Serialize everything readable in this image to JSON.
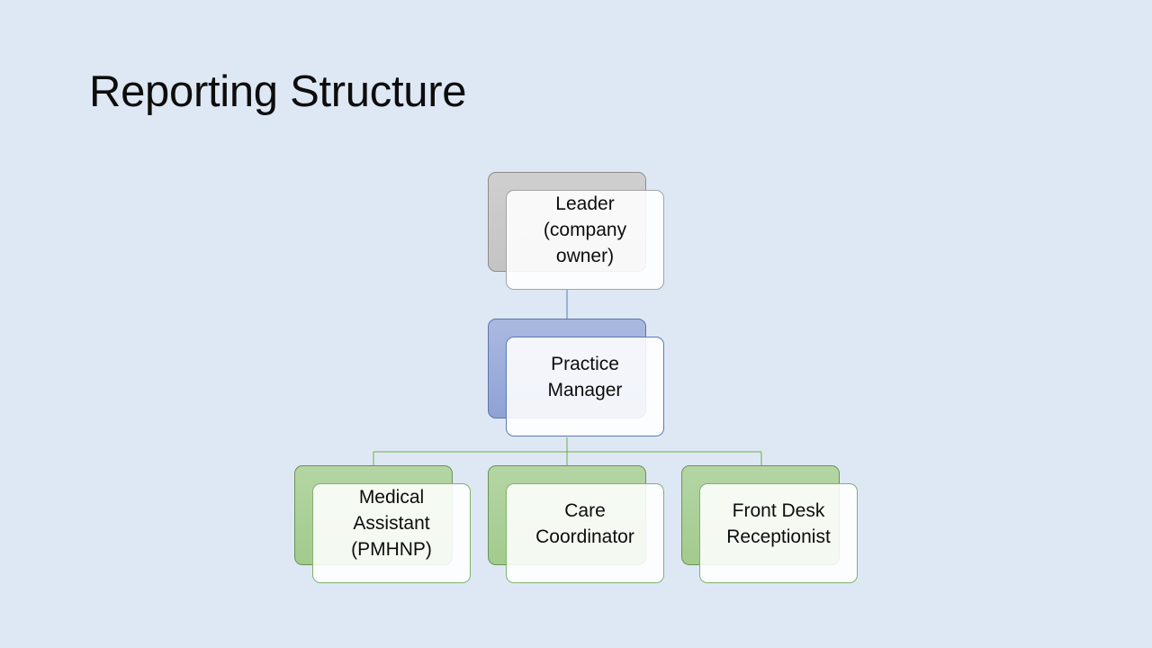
{
  "slide": {
    "title": "Reporting Structure",
    "background": "#dee8f4"
  },
  "org_chart": {
    "root": {
      "label": "Leader\n(company\nowner)",
      "color": "#c8c8c8"
    },
    "level2": {
      "label": "Practice\nManager",
      "color": "#9aabd9"
    },
    "level3": [
      {
        "label": "Medical\nAssistant\n(PMHNP)",
        "color": "#a9cf97"
      },
      {
        "label": "Care\nCoordinator",
        "color": "#a9cf97"
      },
      {
        "label": "Front Desk\nReceptionist",
        "color": "#a9cf97"
      }
    ],
    "connector_colors": {
      "root_to_manager": "#5a7cb5",
      "manager_to_staff": "#70ad47"
    }
  }
}
